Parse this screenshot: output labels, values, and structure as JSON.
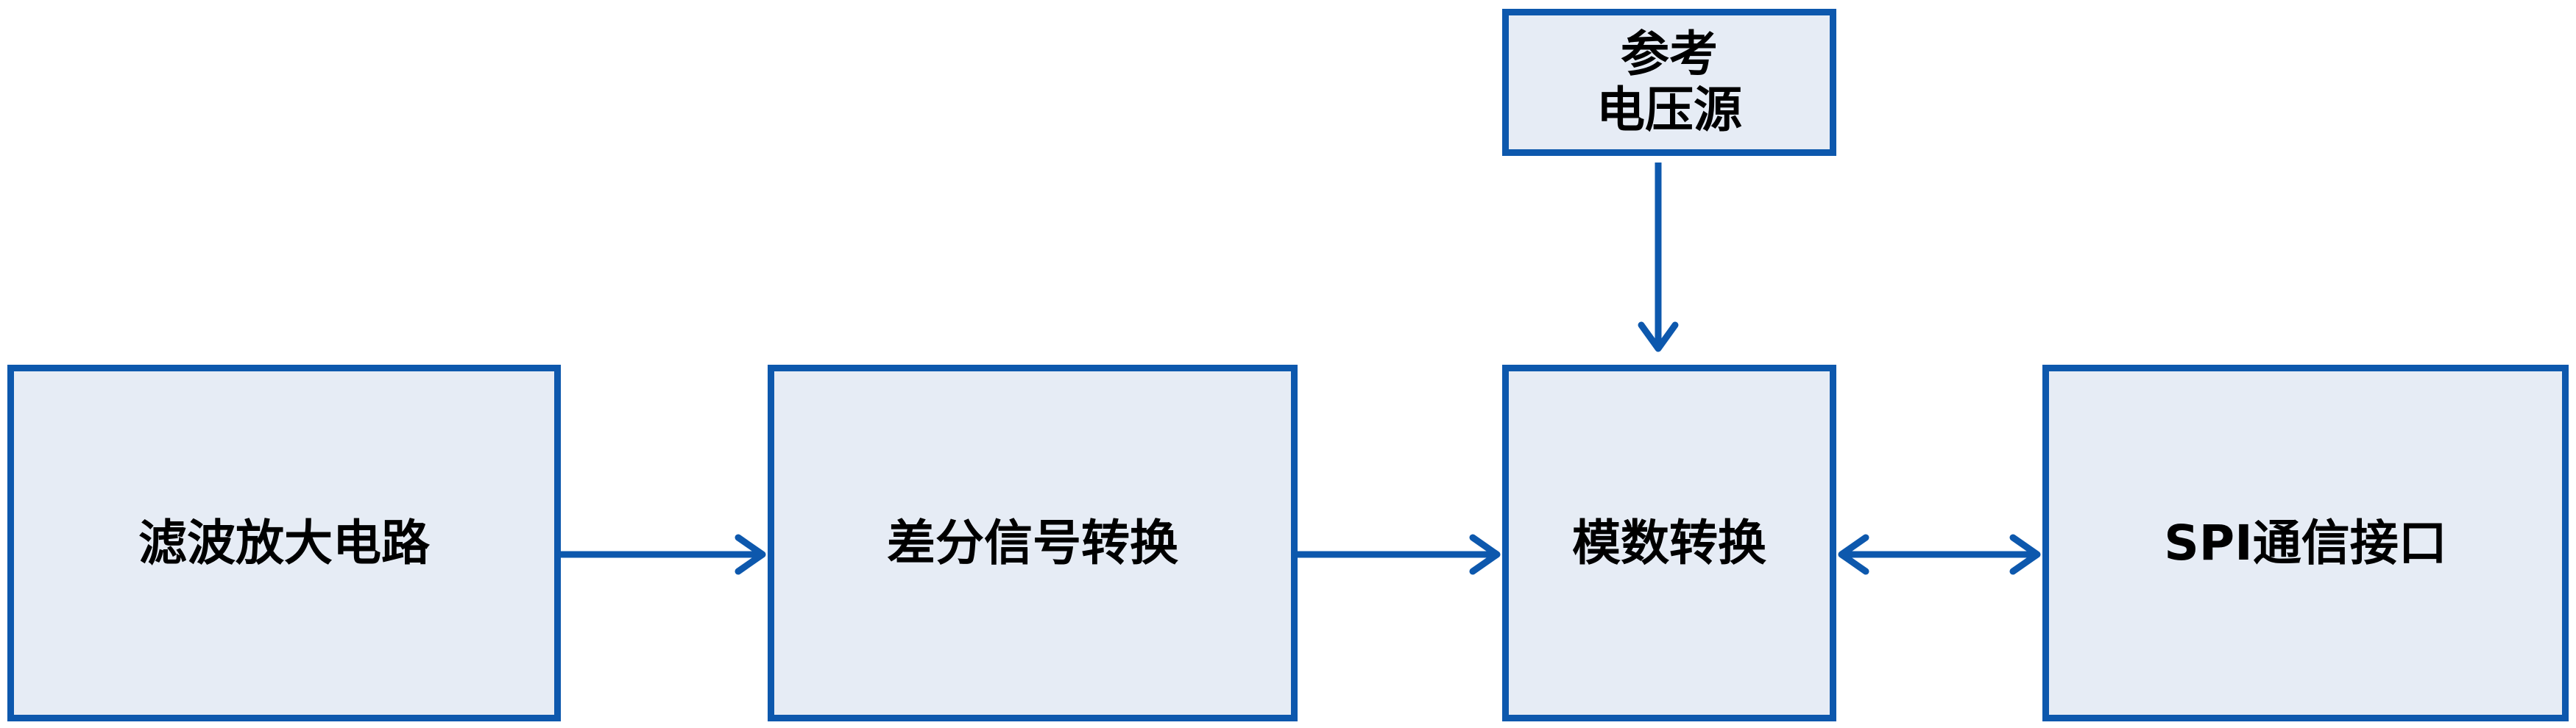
{
  "diagram": {
    "colors": {
      "block_fill": "#e6ecf5",
      "block_border": "#0d58ad",
      "arrow": "#0d58ad",
      "text": "#000000"
    },
    "blocks": {
      "filter_amp": {
        "label": "滤波放大电路"
      },
      "diff_convert": {
        "label": "差分信号转换"
      },
      "adc": {
        "label": "模数转换"
      },
      "spi": {
        "label": "SPI通信接口"
      },
      "ref_voltage": {
        "line1": "参考",
        "line2": "电压源"
      }
    },
    "connections": [
      {
        "from": "filter_amp",
        "to": "diff_convert",
        "direction": "one-way"
      },
      {
        "from": "diff_convert",
        "to": "adc",
        "direction": "one-way"
      },
      {
        "from": "adc",
        "to": "spi",
        "direction": "two-way"
      },
      {
        "from": "ref_voltage",
        "to": "adc",
        "direction": "one-way"
      }
    ]
  }
}
